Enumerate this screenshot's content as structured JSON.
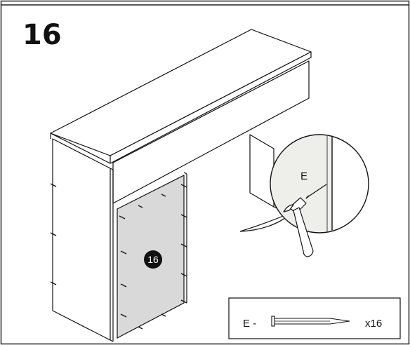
{
  "step": {
    "number": "16"
  },
  "panel": {
    "badge": "16"
  },
  "zoom": {
    "part_label": "E"
  },
  "parts_box": {
    "label": "E -",
    "quantity": "x16"
  },
  "colors": {
    "line": "#111111",
    "panel_fill": "#d9d9d9",
    "zoom_fill": "#eeeeea",
    "badge_fill": "#111111"
  }
}
